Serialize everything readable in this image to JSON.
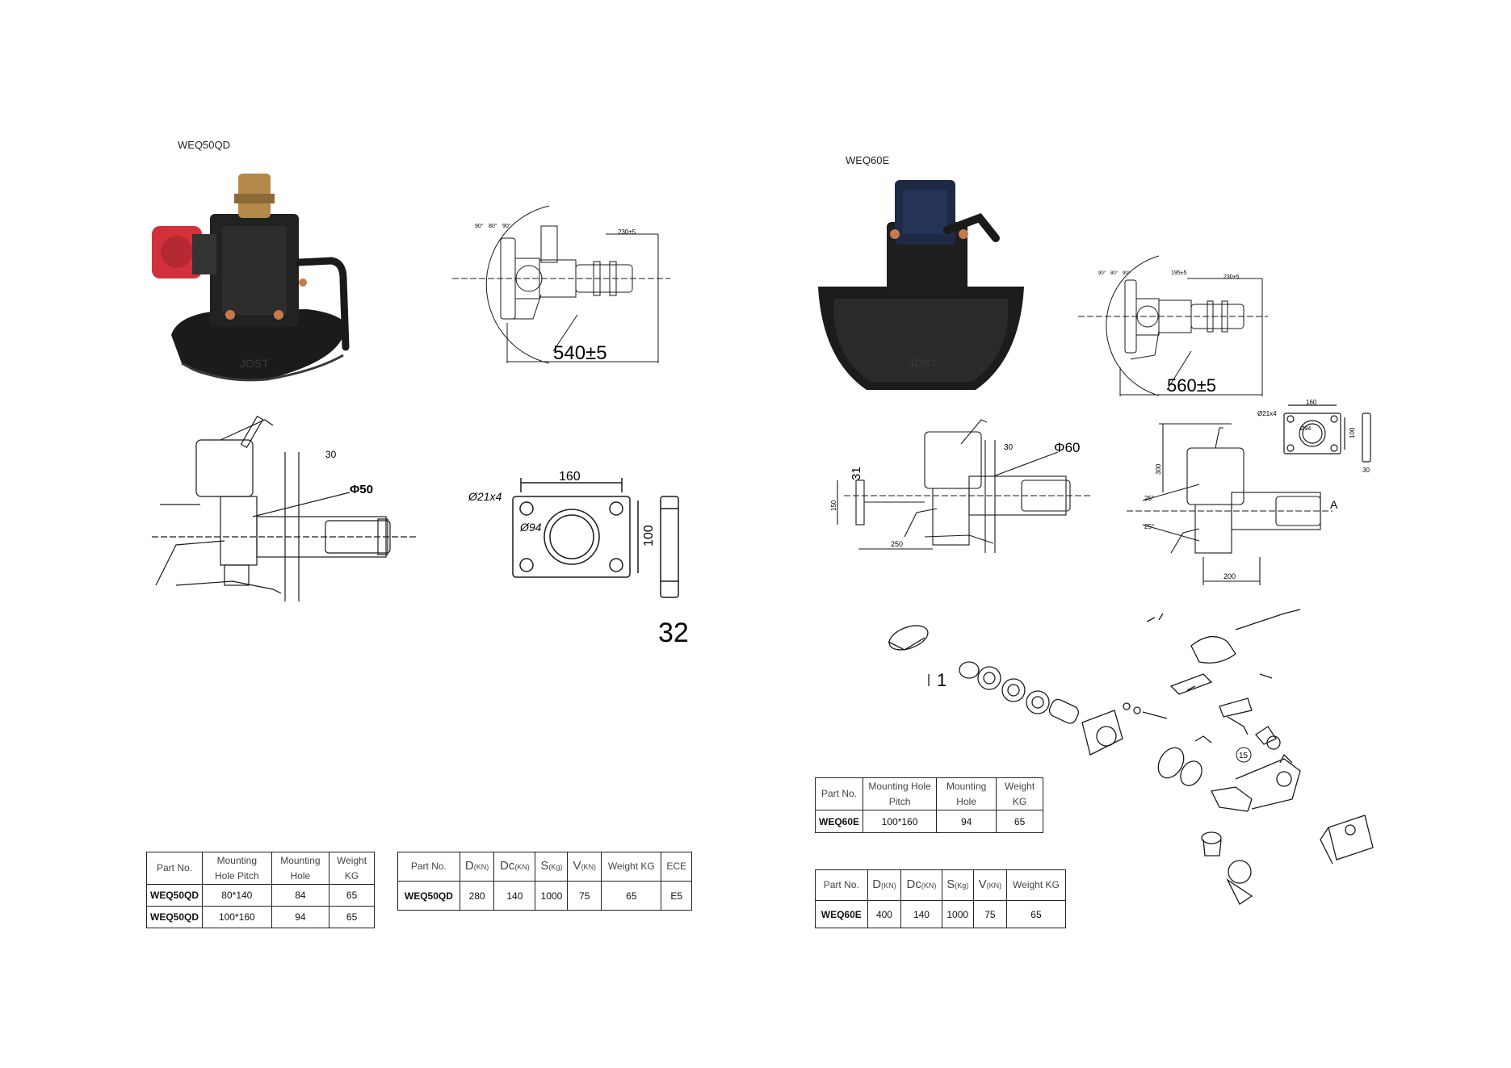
{
  "products": [
    {
      "model": "WEQ50QD",
      "drawing_top": {
        "dim_length": "540±5",
        "dim_offset": "230±5",
        "angle_a": "90°",
        "angle_b": "80°",
        "angle_c": "90°"
      },
      "drawing_side": {
        "dim_plate": "30",
        "dim_pin": "Φ50"
      },
      "drawing_plate": {
        "dim_width": "160",
        "dim_height": "100",
        "dim_holes": "Ø21x4",
        "dim_bore": "Ø94",
        "dim_thickness": "32"
      },
      "table_mounting": {
        "headers": [
          "Part No.",
          "Mounting Hole Pitch",
          "Mounting Hole",
          "Weight KG"
        ],
        "rows": [
          [
            "WEQ50QD",
            "80*140",
            "84",
            "65"
          ],
          [
            "WEQ50QD",
            "100*160",
            "94",
            "65"
          ]
        ]
      },
      "table_load": {
        "headers": [
          {
            "main": "Part No.",
            "sub": ""
          },
          {
            "main": "D",
            "sub": "(KN)"
          },
          {
            "main": "Dc",
            "sub": "(KN)"
          },
          {
            "main": "S",
            "sub": "(Kg)"
          },
          {
            "main": "V",
            "sub": "(KN)"
          },
          {
            "main": "Weight KG",
            "sub": ""
          },
          {
            "main": "ECE",
            "sub": ""
          }
        ],
        "rows": [
          [
            "WEQ50QD",
            "280",
            "140",
            "1000",
            "75",
            "65",
            "E5"
          ]
        ]
      }
    },
    {
      "model": "WEQ60E",
      "drawing_top": {
        "dim_length": "560±5",
        "dim_offset": "230±5",
        "dim_mid": "195±5",
        "angle_a": "90°",
        "angle_b": "80°",
        "angle_c": "90°"
      },
      "drawing_side": {
        "dim_plate": "30",
        "dim_pin": "Φ60",
        "dim_offset": "31",
        "dim_height": "150",
        "dim_base": "250"
      },
      "drawing_side2": {
        "dim_height": "300",
        "dim_base": "200",
        "angle_up": "25°",
        "angle_down": "25°",
        "label_a": "A"
      },
      "drawing_plate": {
        "dim_width": "160",
        "dim_height": "100",
        "dim_holes": "Ø21x4",
        "dim_bore": "Ø94",
        "dim_thickness": "30"
      },
      "exploded": {
        "callout_1": "1",
        "callout_15": "15"
      },
      "table_mounting": {
        "headers": [
          "Part No.",
          "Mounting Hole Pitch",
          "Mounting Hole",
          "Weight KG"
        ],
        "rows": [
          [
            "WEQ60E",
            "100*160",
            "94",
            "65"
          ]
        ]
      },
      "table_load": {
        "headers": [
          {
            "main": "Part No.",
            "sub": ""
          },
          {
            "main": "D",
            "sub": "(KN)"
          },
          {
            "main": "Dc",
            "sub": "(KN)"
          },
          {
            "main": "S",
            "sub": "(Kg)"
          },
          {
            "main": "V",
            "sub": "(KN)"
          },
          {
            "main": "Weight KG",
            "sub": ""
          }
        ],
        "rows": [
          [
            "WEQ60E",
            "400",
            "140",
            "1000",
            "75",
            "65"
          ]
        ]
      }
    }
  ],
  "colors": {
    "line": "#1a1a1a",
    "photo_dark": "#1c1c1c",
    "photo_red": "#d2313c",
    "photo_brass": "#b48a4a",
    "photo_blue": "#1e2a44"
  }
}
